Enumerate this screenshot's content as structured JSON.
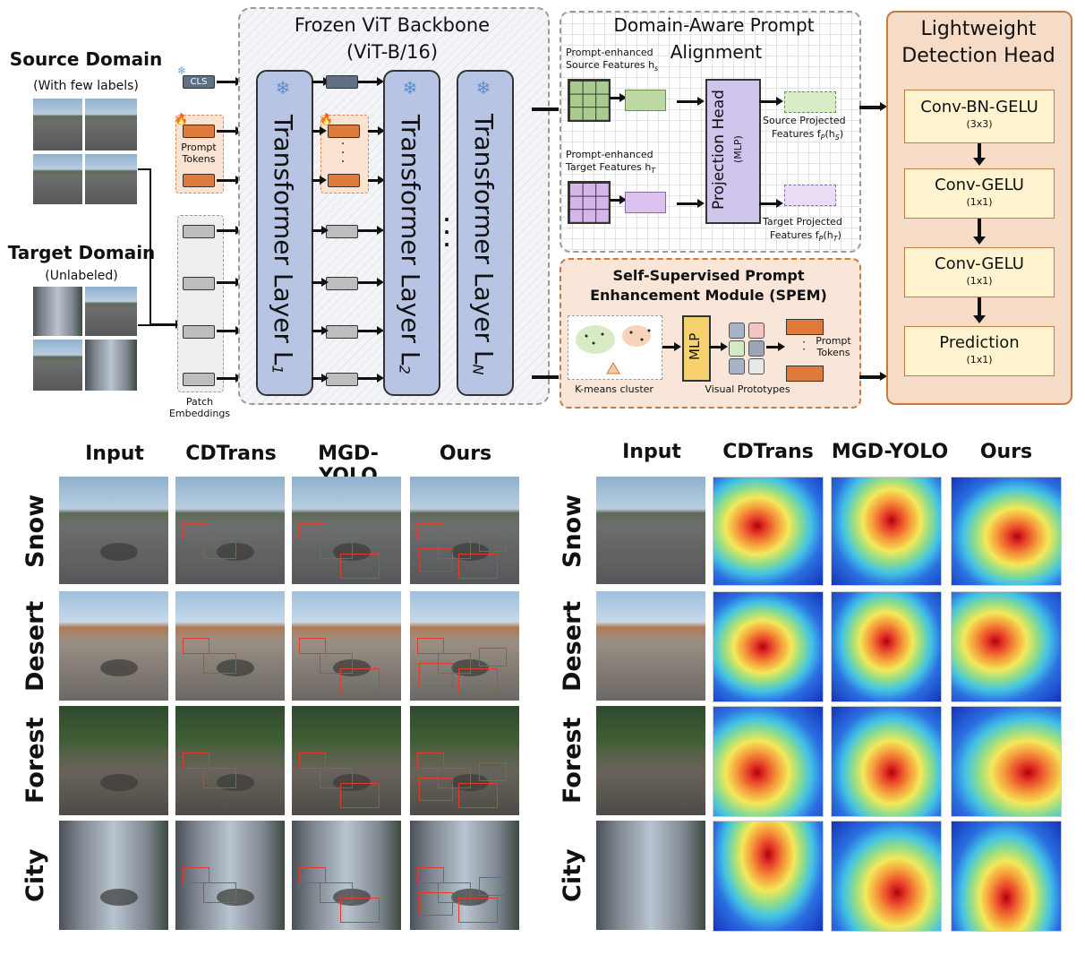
{
  "left": {
    "source_title": "Source Domain",
    "source_sub": "(With few labels)",
    "target_title": "Target Domain",
    "target_sub": "(Unlabeled)"
  },
  "tokens": {
    "cls": "CLS",
    "prompt": "Prompt\nTokens",
    "patch": "Patch\nEmbeddings"
  },
  "backbone": {
    "title": "Frozen ViT Backbone",
    "subtitle": "(ViT-B/16)",
    "layer1": "Transformer Layer L",
    "layer1_sub": "1",
    "layer2": "Transformer Layer L",
    "layer2_sub": "2",
    "layerN": "Transformer Layer L",
    "layerN_sub": "N"
  },
  "alignment": {
    "title_l1": "Domain-Aware Prompt",
    "title_l2": "Alignment",
    "src_label_1": "Prompt-enhanced",
    "src_label_2": "Source Features h",
    "src_label_2_sub": "s",
    "tgt_label_1": "Prompt-enhanced",
    "tgt_label_2": "Target Features h",
    "tgt_label_2_sub": "T",
    "proj_head": "Projection Head",
    "proj_sub": "(MLP)",
    "src_proj_1": "Source Projected",
    "src_proj_2": "Features f",
    "src_proj_2_sub": "P",
    "src_proj_2_tail": "(h",
    "src_proj_2_tail_sub": "S",
    "tgt_proj_1": "Target Projected",
    "tgt_proj_2": "Features f",
    "tgt_proj_2_sub": "P",
    "tgt_proj_2_tail": "(h",
    "tgt_proj_2_tail_sub": "T"
  },
  "spem": {
    "title_l1": "Self-Supervised Prompt",
    "title_l2": "Enhancement Module (SPEM)",
    "mlp": "MLP",
    "kmeans": "K-means cluster",
    "proto": "Visual Prototypes",
    "prompt_tokens": "Prompt\nTokens"
  },
  "head": {
    "title_l1": "Lightweight",
    "title_l2": "Detection Head",
    "blocks": [
      {
        "name": "Conv-BN-GELU",
        "sub": "(3x3)"
      },
      {
        "name": "Conv-GELU",
        "sub": "(1x1)"
      },
      {
        "name": "Conv-GELU",
        "sub": "(1x1)"
      },
      {
        "name": "Prediction",
        "sub": "(1x1)"
      }
    ]
  },
  "results": {
    "columns": [
      "Input",
      "CDTrans",
      "MGD-YOLO",
      "Ours"
    ],
    "rows": [
      "Snow",
      "Desert",
      "Forest",
      "City"
    ]
  },
  "colors": {
    "backbone_layer": "#b8c4e4",
    "prompt_token": "#e07a3c",
    "cls_token": "#5f6f85",
    "patch_token": "#bdbdbd",
    "head_bg": "#f6dcc6",
    "head_border": "#c77b43",
    "head_block": "#fff4cf",
    "spem_bg": "#f9e6d8",
    "proj_head": "#cfc4ec",
    "source_feature": "#a9cc8e",
    "target_feature": "#d6b6ea"
  }
}
